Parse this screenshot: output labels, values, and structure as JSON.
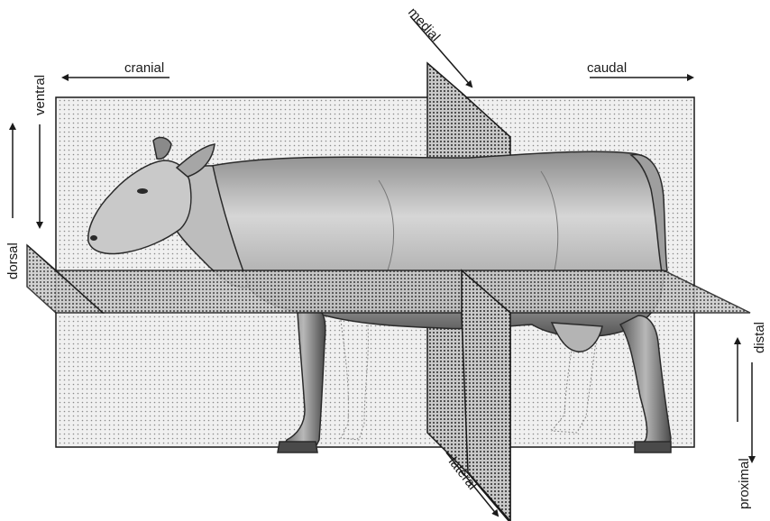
{
  "labels": {
    "cranial": "cranial",
    "caudal": "caudal",
    "medial": "medial",
    "lateral": "lateral",
    "dorsal": "dorsal",
    "ventral": "ventral",
    "distal": "distal",
    "proximal": "proximal"
  },
  "colors": {
    "ink": "#1a1a1a",
    "plane": "#dcdcdc",
    "cow_light": "#d2d2d2",
    "cow_mid": "#9a9a9a",
    "cow_dark": "#3a3a3a"
  }
}
